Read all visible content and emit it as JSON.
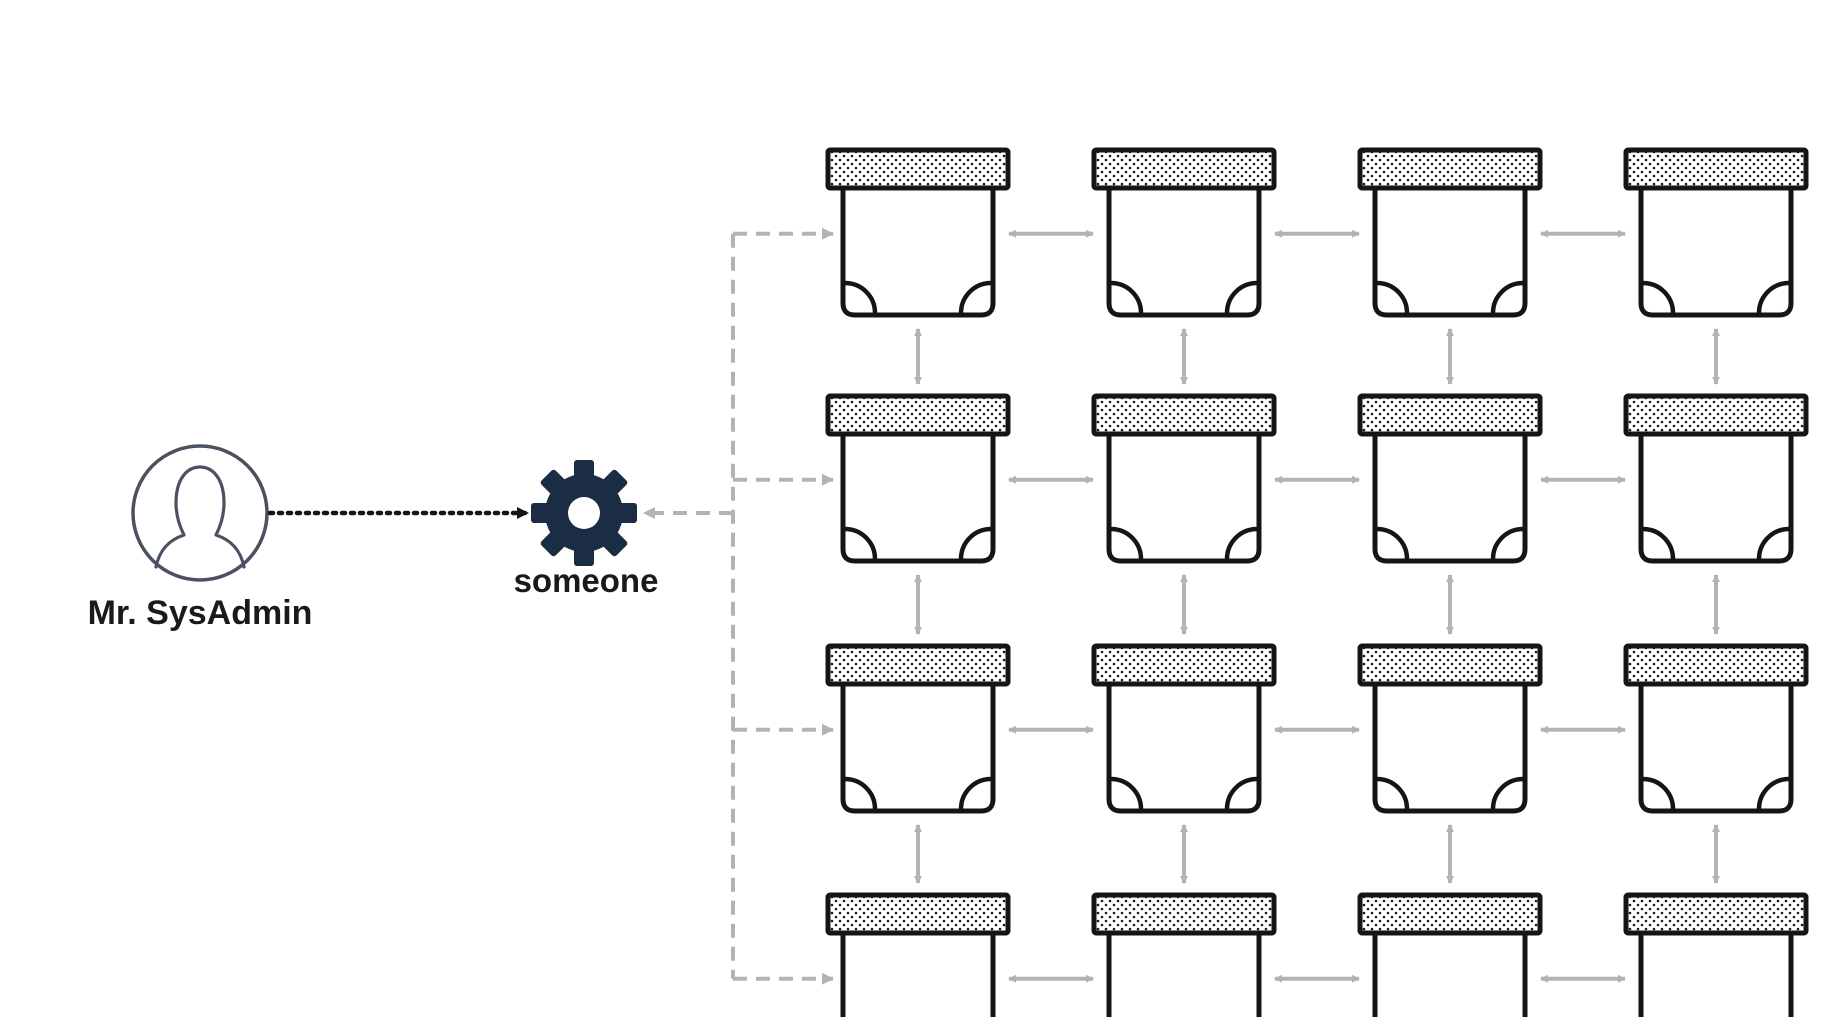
{
  "actors": {
    "admin_label": "Mr. SysAdmin",
    "scheduler_label": "someone"
  },
  "grid": {
    "rows": 4,
    "cols": 4
  },
  "icons": {
    "admin": "user-avatar-icon",
    "scheduler": "gear-icon",
    "node": "server-box-icon"
  },
  "colors": {
    "outline": "#151515",
    "gear": "#1a2d45",
    "avatar_ring": "#4a5160",
    "connector": "#b3b3b3",
    "label": "#1a1a1a"
  }
}
